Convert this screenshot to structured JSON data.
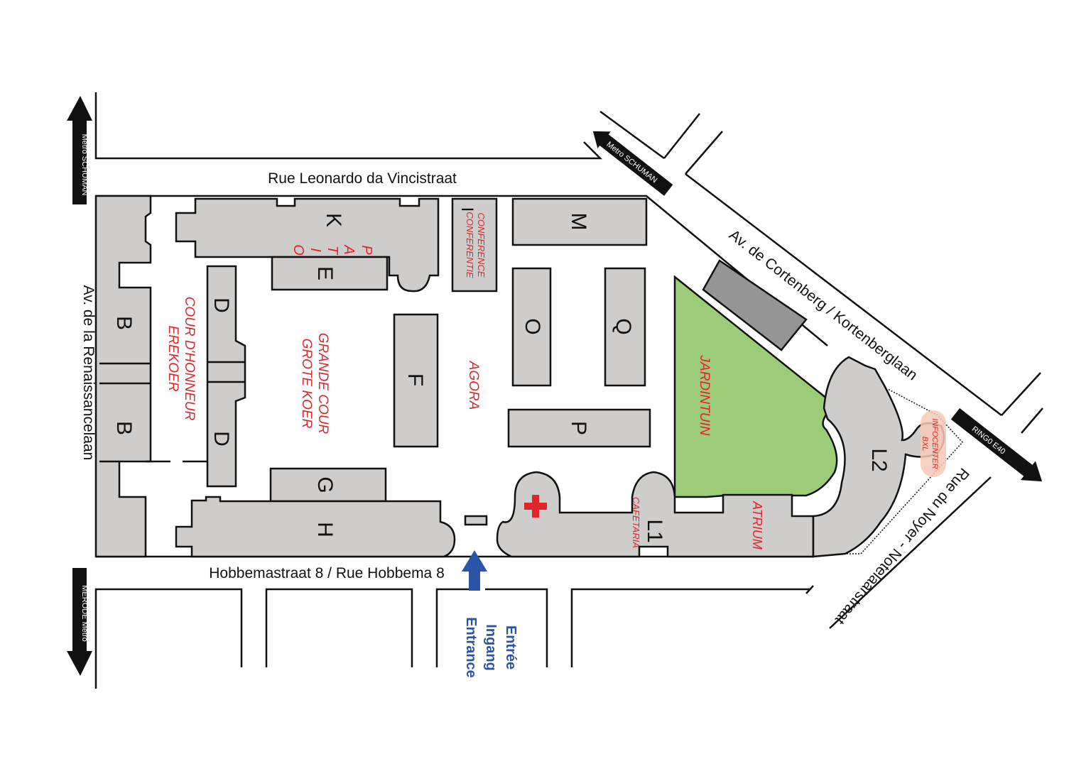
{
  "streets": {
    "north": "Rue Leonardo da Vincistraat",
    "south": "Hobbemastraat 8 / Rue Hobbema 8",
    "west": "Av. de la Renaissancelaan",
    "northeast": "Av. de Cortenberg / Kortenberglaan",
    "east": "Rue du Noyer - Notelaarstraat"
  },
  "metro": {
    "top_left": "Metro SCHUMAN",
    "top_diag": "Metro SCHUMAN",
    "bottom_left": "MERODE Metro",
    "ring": "RING0 E40"
  },
  "buildings": {
    "b1": "B",
    "b2": "B",
    "d1": "D",
    "d2": "D",
    "k": "K",
    "e": "E",
    "i": "I",
    "m": "M",
    "o": "O",
    "q": "Q",
    "f": "F",
    "p": "P",
    "g": "G",
    "h": "H",
    "l1": "L1",
    "l2": "L2"
  },
  "areas": {
    "patio": [
      "P",
      "A",
      "T",
      "I",
      "O"
    ],
    "cour_fr": "COUR D'HONNEUR",
    "cour_nl": "EREKOER",
    "grande_fr": "GRANDE COUR",
    "grande_nl": "GROTE KOER",
    "agora": "AGORA",
    "jardin": "JARDINTUIN",
    "conf_en": "CONFERENCE",
    "conf_nl": "CONFERENTIE",
    "cafetaria": "CAFETARIA",
    "atrium": "ATRIUM",
    "infocenter": "INFOCENTER",
    "bxl": "BXL"
  },
  "entrance": [
    "Entrée",
    "Ingang",
    "Entrance"
  ],
  "colors": {
    "building": "#cfcdcb",
    "garden": "#9ccc78",
    "label_red": "#e0262a",
    "entrance_blue": "#2a55a6",
    "infocenter": "#f7c9b8"
  },
  "icons": {
    "first_aid": "red-cross-icon"
  }
}
